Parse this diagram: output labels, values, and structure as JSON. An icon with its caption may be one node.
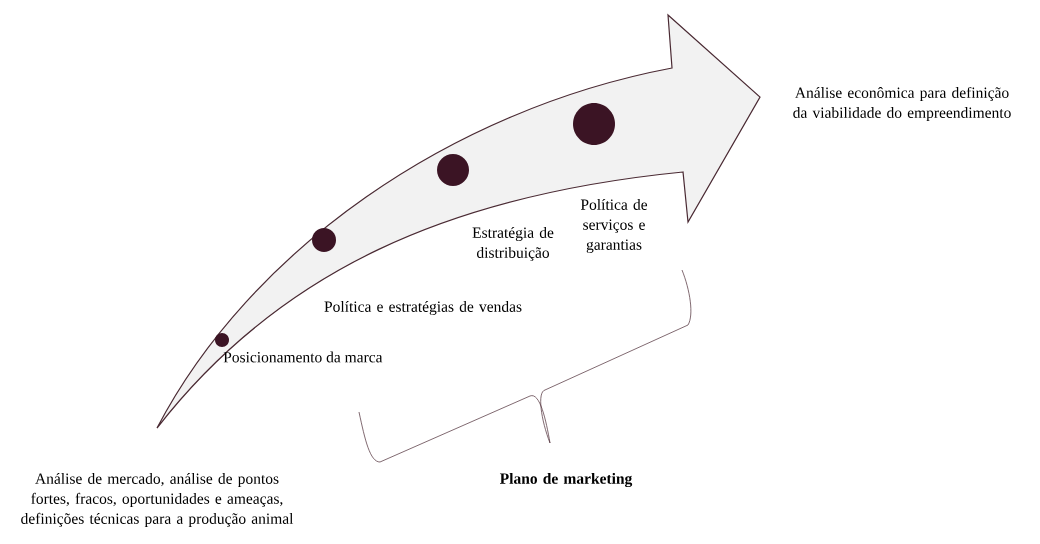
{
  "diagram": {
    "labels": [
      "Análise econômica para definição da viabilidade do empreendimento",
      "Política de serviços e garantias",
      "Estratégia de distribuição",
      "Política e estratégias de vendas",
      "Posicionamento da marca",
      "Análise de mercado, análise de pontos fortes, fracos, oportunidades e ameaças, definições técnicas para a produção animal",
      "**Plano de marketing**"
    ]
  }
}
